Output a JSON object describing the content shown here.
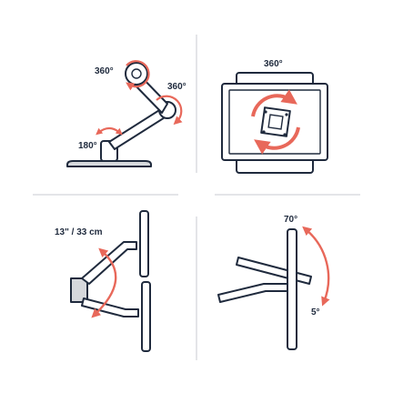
{
  "colors": {
    "outline": "#1f2a3d",
    "accent": "#e8685a",
    "fill": "#ffffff",
    "shade": "#d6d8dc",
    "divider": "#c9cbd0"
  },
  "panels": {
    "arm_rotation": {
      "label_top": "360°",
      "label_right": "360°",
      "label_base": "180°"
    },
    "screen_rotation": {
      "label": "360°"
    },
    "height_adjust": {
      "label": "13\" / 33 cm"
    },
    "tilt": {
      "label_top": "70°",
      "label_bottom": "5°"
    }
  }
}
